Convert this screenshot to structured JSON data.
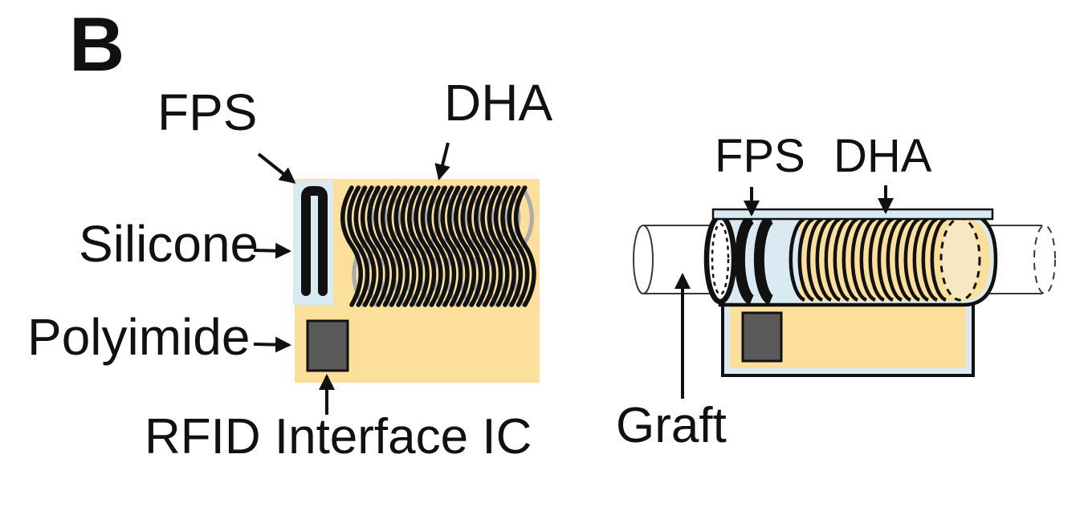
{
  "figure": {
    "panel_label": "B",
    "left_diagram": {
      "fps_label": "FPS",
      "dha_label": "DHA",
      "silicone_label": "Silicone",
      "polyimide_label": "Polyimide",
      "rfid_ic_label": "RFID Interface IC"
    },
    "right_diagram": {
      "fps_label": "FPS",
      "dha_label": "DHA",
      "graft_label": "Graft"
    },
    "colors": {
      "background": "#FFFFFF",
      "substrate_tan": "#FBDF9B",
      "silicone_blue": "#D9EAF3",
      "lumen_pale_tan": "#F7E7C3",
      "ic_gray": "#595959",
      "coil_shadow_gray": "#ACACAC",
      "line_black": "#111111",
      "tube_outline_gray": "#3A3A3A"
    }
  }
}
